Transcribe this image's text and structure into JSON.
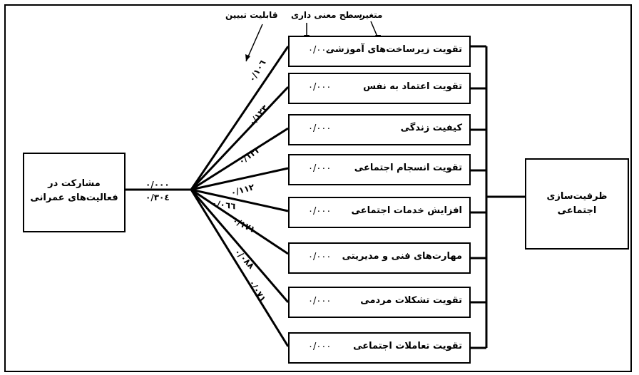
{
  "headers": {
    "variable": "متغیر",
    "significance": "سطح معنی داری",
    "explanatory": "قابلیت تبیین"
  },
  "source": {
    "label": "مشارکت در فعالیت‌های عمرانی",
    "sig": "۰/۰۰۰",
    "r2": "۰/۳۰٤"
  },
  "target": {
    "label": "ظرفیت‌سازی اجتماعی"
  },
  "variables": [
    {
      "label": "تقویت زیرساخت‌های آموزشی",
      "sig": "۰/۰۰۰",
      "coef": "۰/۱۰٦"
    },
    {
      "label": "تقویت اعتماد به نفس",
      "sig": "۰/۰۰۰",
      "coef": "۰/۱۲۳"
    },
    {
      "label": "کیفیت زندگی",
      "sig": "۰/۰۰۰",
      "coef": "۰/۱۳۳"
    },
    {
      "label": "تقویت انسجام اجتماعی",
      "sig": "۰/۰۰۰",
      "coef": "۰/۱۱۲"
    },
    {
      "label": "افزایش خدمات اجتماعی",
      "sig": "۰/۰۰۰",
      "coef": "۰/۰٦٦"
    },
    {
      "label": "مهارت‌های فنی و مدیریتی",
      "sig": "۰/۰۰۰",
      "coef": "۰/۱۷۱"
    },
    {
      "label": "تقویت تشکلات مردمی",
      "sig": "۰/۰۰۰",
      "coef": "۰/۰۸۸"
    },
    {
      "label": "تقویت تعاملات اجتماعی",
      "sig": "۰/۰۰۰",
      "coef": "۰/۰۷۱"
    }
  ]
}
